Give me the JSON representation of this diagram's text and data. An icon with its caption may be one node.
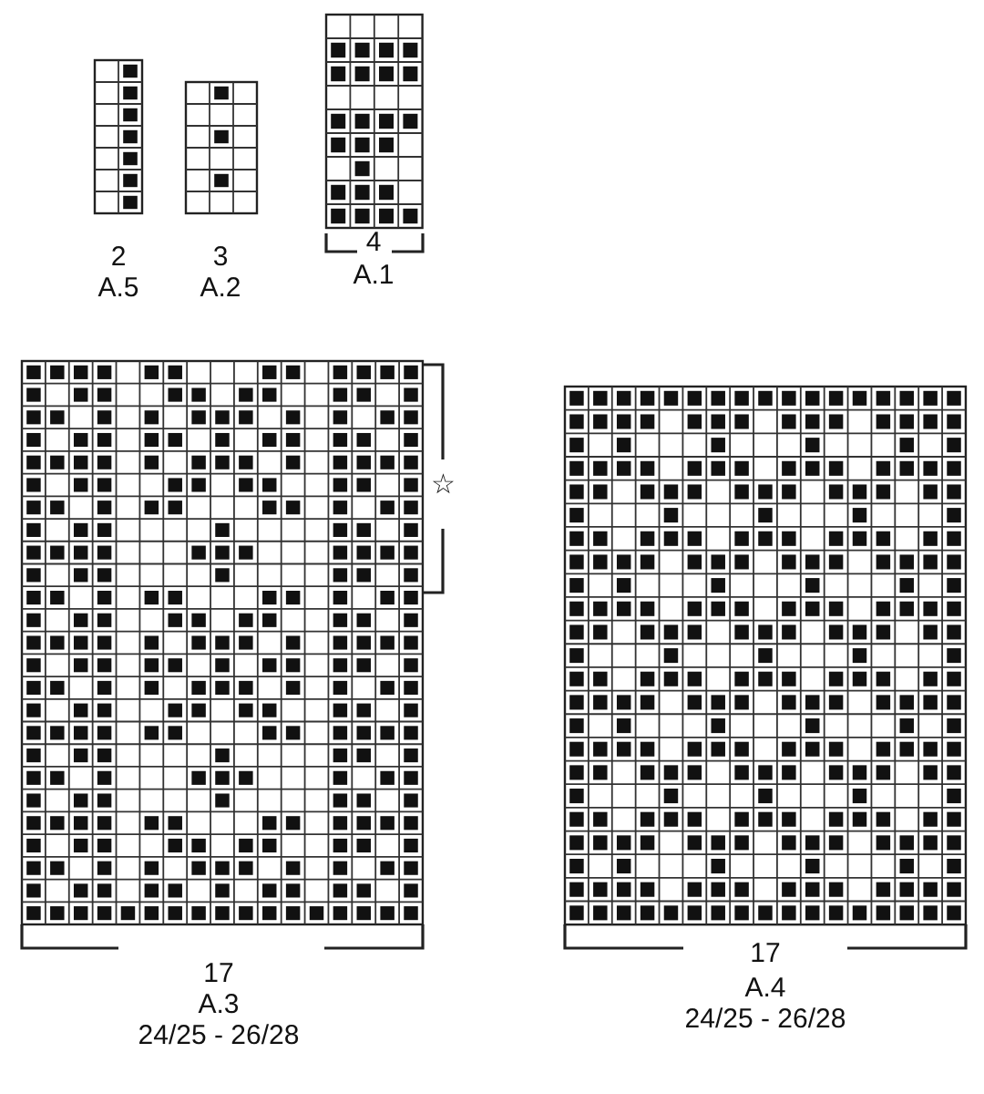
{
  "diagram": {
    "labels": [
      "2",
      "A.5",
      "3",
      "A.2",
      "4",
      "A.1",
      "☆",
      "17",
      "A.3",
      "24/25 - 26/28",
      "17",
      "A.4",
      "24/25 - 26/28"
    ]
  }
}
